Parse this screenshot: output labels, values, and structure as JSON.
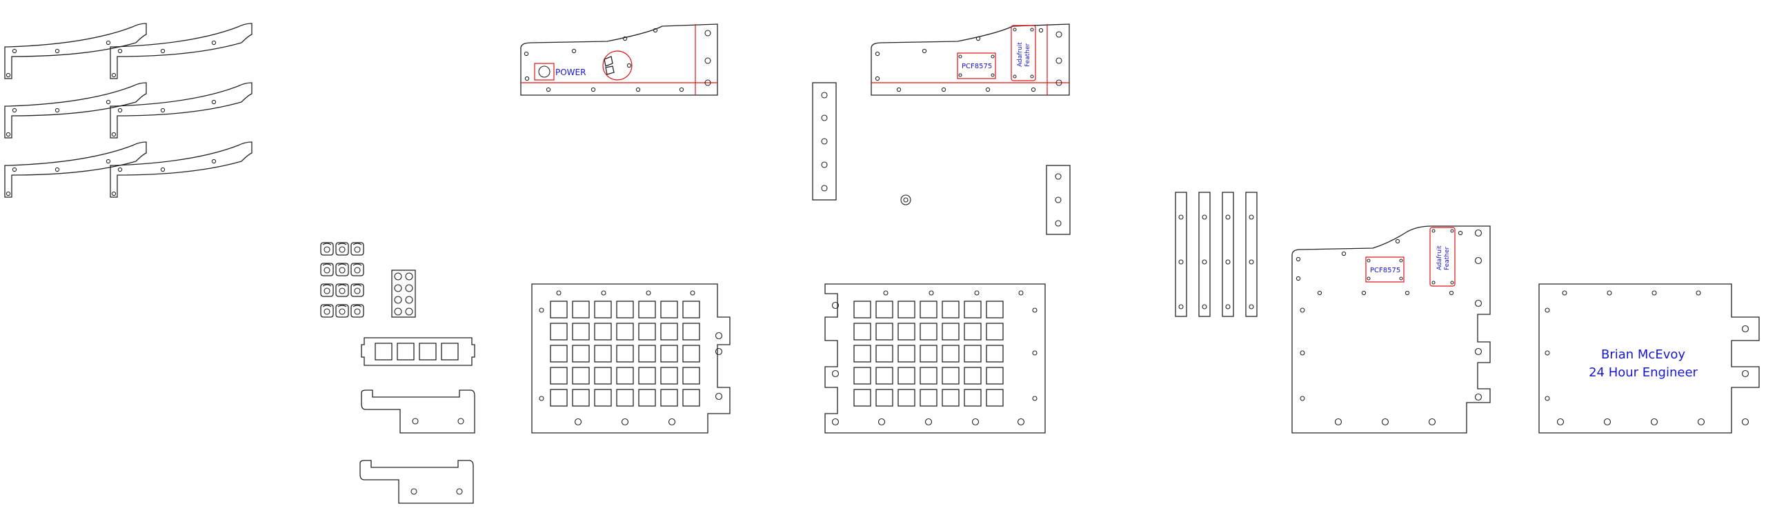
{
  "labels": {
    "power": "POWER",
    "pcf_left": "PCF8575",
    "pcf_right": "PCF8575",
    "feather_left": [
      "Adafruit",
      "Feather"
    ],
    "feather_right": [
      "Adafruit",
      "Feather"
    ],
    "credit_line1": "Brian McEvoy",
    "credit_line2": "24 Hour Engineer"
  },
  "colors": {
    "cut_line": "#222222",
    "engrave_line": "#e01010",
    "engrave_text": "#1515d0",
    "background": "#ffffff"
  },
  "key_grid": {
    "rows": 5,
    "columns": 7
  }
}
